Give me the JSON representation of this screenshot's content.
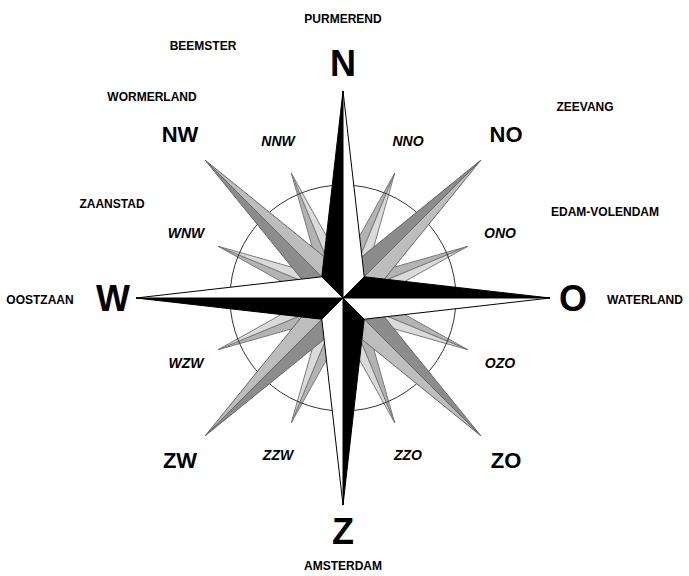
{
  "diagram": {
    "labels": [
      "PURMEREND",
      "BEEMSTER",
      "N",
      "WORMERLAND",
      "ZEEVANG",
      "NW",
      "NNW",
      "NNO",
      "NO",
      "ZAANSTAD",
      "EDAM-VOLENDAM",
      "WNW",
      "ONO",
      "OOSTZAAN",
      "W",
      "O",
      "WATERLAND",
      "WZW",
      "OZO",
      "ZW",
      "ZZW",
      "ZZO",
      "ZO",
      "Z",
      "AMSTERDAM"
    ]
  }
}
